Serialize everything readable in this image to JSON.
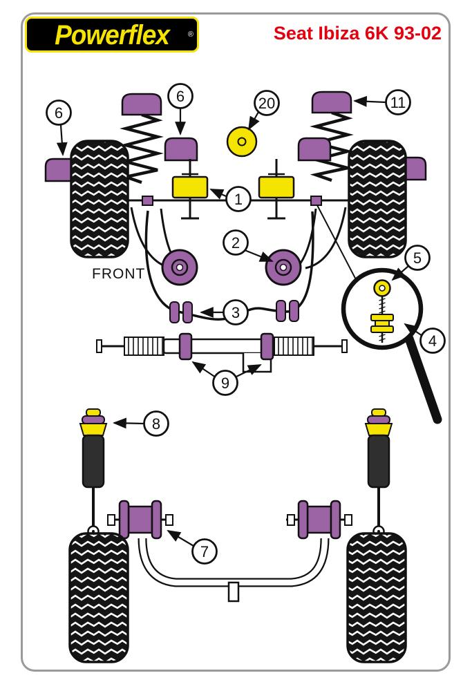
{
  "header": {
    "logo_text": "Powerflex",
    "logo_reg": "®",
    "title": "Seat Ibiza 6K 93-02"
  },
  "diagram": {
    "front_label": "FRONT",
    "callouts": [
      {
        "label": "6"
      },
      {
        "label": "6"
      },
      {
        "label": "20"
      },
      {
        "label": "11"
      },
      {
        "label": "1"
      },
      {
        "label": "2"
      },
      {
        "label": "3"
      },
      {
        "label": "5"
      },
      {
        "label": "4"
      },
      {
        "label": "9"
      },
      {
        "label": "8"
      },
      {
        "label": "7"
      }
    ],
    "colors": {
      "purple": "#9c63a5",
      "yellow": "#f5e400",
      "red": "#e3000f",
      "ink": "#111111",
      "frame_gray": "#9a9a9a"
    }
  }
}
